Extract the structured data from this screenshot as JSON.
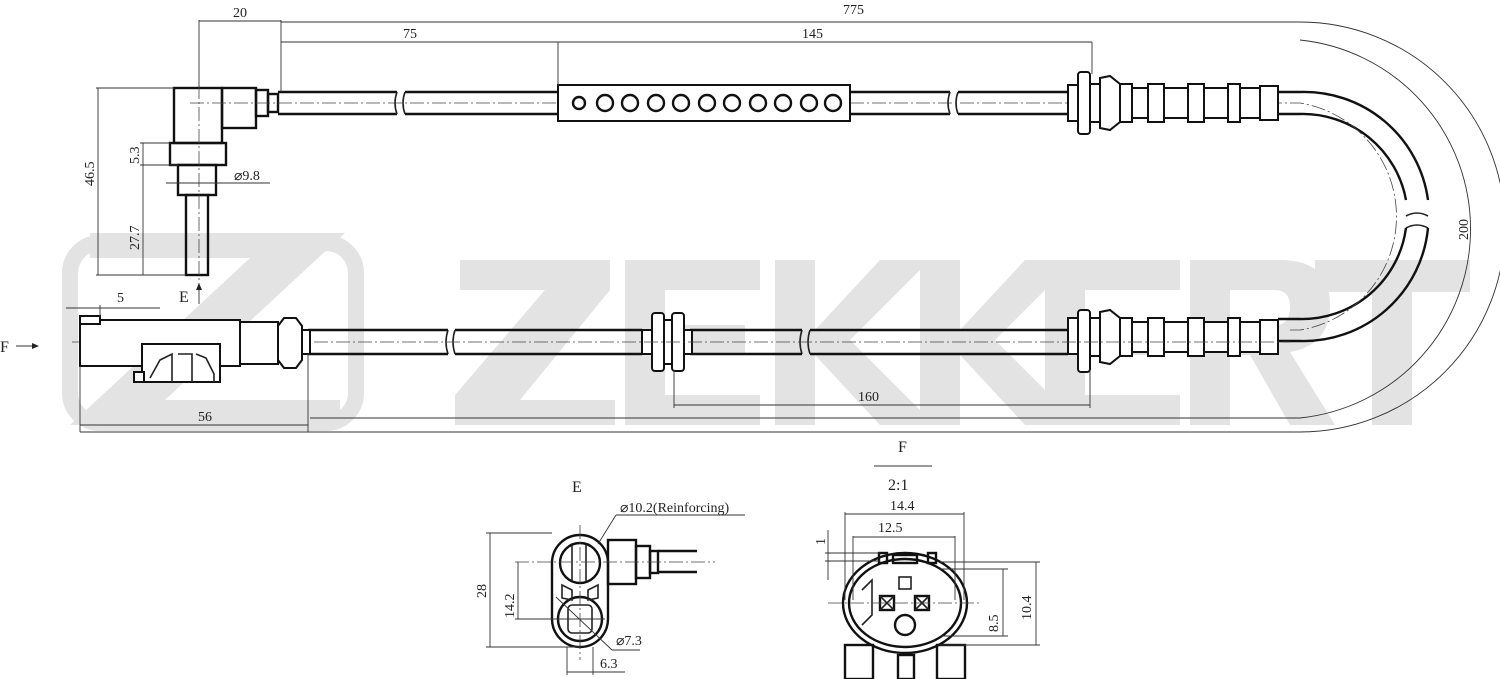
{
  "watermark": {
    "text": "ZEKKERT",
    "logo_letter": "Z",
    "color": "#e3e3e3"
  },
  "main_view": {
    "dimensions": {
      "overall_length": "775",
      "head_offset": "20",
      "to_clip": "75",
      "clip_to_grommet": "145",
      "head_height": "46.5",
      "shoulder": "5.3",
      "pin_length": "27.7",
      "pin_diameter": "⌀9.8",
      "connector_lip": "5",
      "connector_length": "56",
      "grommet_spacing": "160",
      "bend_radius": "200"
    },
    "view_markers": {
      "e": "E",
      "f": "F"
    }
  },
  "detail_e": {
    "title": "E",
    "reinforcing_label": "⌀10.2(Reinforcing)",
    "height": "28",
    "center_distance": "14.2",
    "hole_diameter": "⌀7.3",
    "hole_offset": "6.3"
  },
  "detail_f": {
    "title": "F",
    "scale": "2:1",
    "outer_width": "14.4",
    "inner_width": "12.5",
    "lip": "1",
    "inner_height": "8.5",
    "outer_height": "10.4"
  }
}
